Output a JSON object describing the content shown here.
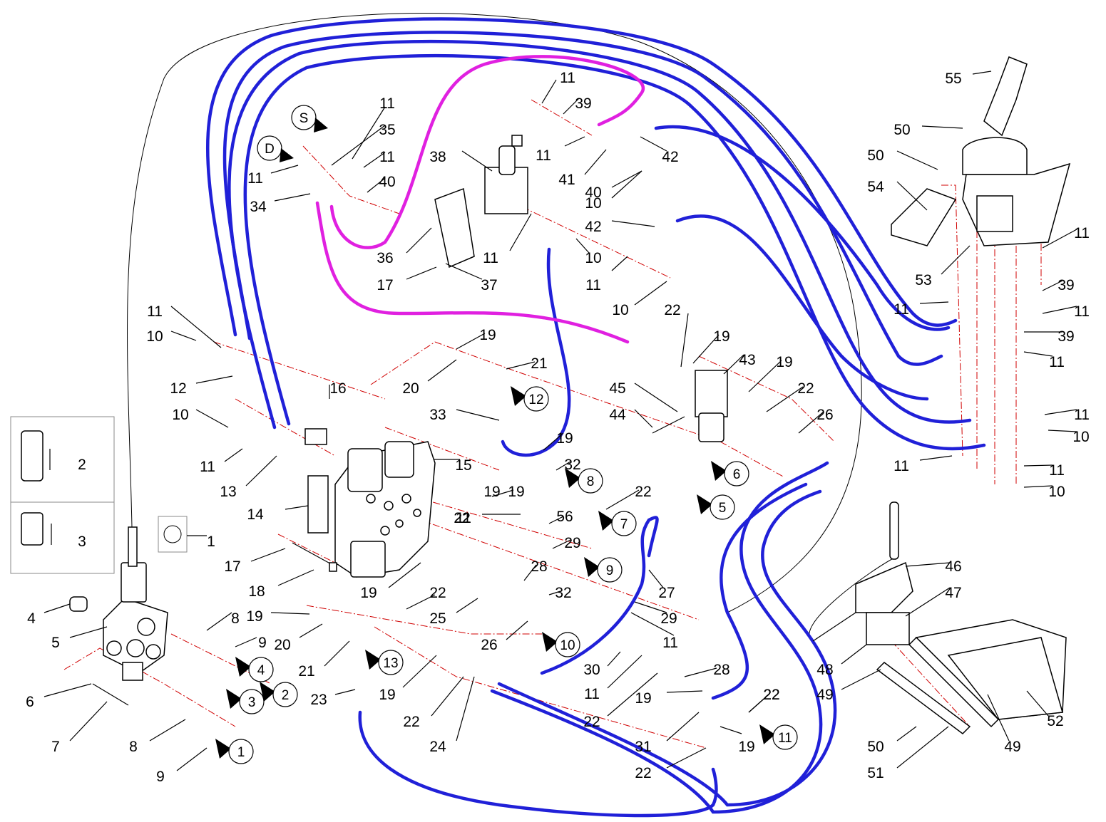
{
  "colors": {
    "hose_pressure": "#2020d8",
    "hose_pilot": "#e020e0",
    "centerline": "#d00000",
    "line": "#000000"
  },
  "flow_markers": {
    "S": "S",
    "D": "D"
  },
  "connection_numbers": [
    "1",
    "2",
    "3",
    "4",
    "5",
    "6",
    "7",
    "8",
    "9",
    "10",
    "11",
    "12",
    "13"
  ],
  "part_labels": [
    {
      "id": "l-2",
      "text": "2"
    },
    {
      "id": "l-3",
      "text": "3"
    },
    {
      "id": "l-1",
      "text": "1"
    },
    {
      "id": "l-4",
      "text": "4"
    },
    {
      "id": "l-5",
      "text": "5"
    },
    {
      "id": "l-6",
      "text": "6"
    },
    {
      "id": "l-7",
      "text": "7"
    },
    {
      "id": "l-8a",
      "text": "8"
    },
    {
      "id": "l-8b",
      "text": "8"
    },
    {
      "id": "l-9a",
      "text": "9"
    },
    {
      "id": "l-9b",
      "text": "9"
    },
    {
      "id": "l-10a",
      "text": "10"
    },
    {
      "id": "l-10b",
      "text": "10"
    },
    {
      "id": "l-10c",
      "text": "10"
    },
    {
      "id": "l-10d",
      "text": "10"
    },
    {
      "id": "l-10e",
      "text": "10"
    },
    {
      "id": "l-10f",
      "text": "10"
    },
    {
      "id": "l-10g",
      "text": "10"
    },
    {
      "id": "l-11a",
      "text": "11"
    },
    {
      "id": "l-11b",
      "text": "11"
    },
    {
      "id": "l-11c",
      "text": "11"
    },
    {
      "id": "l-11d",
      "text": "11"
    },
    {
      "id": "l-11e",
      "text": "11"
    },
    {
      "id": "l-11f",
      "text": "11"
    },
    {
      "id": "l-11g",
      "text": "11"
    },
    {
      "id": "l-11h",
      "text": "11"
    },
    {
      "id": "l-11i",
      "text": "11"
    },
    {
      "id": "l-11j",
      "text": "11"
    },
    {
      "id": "l-11k",
      "text": "11"
    },
    {
      "id": "l-11l",
      "text": "11"
    },
    {
      "id": "l-11m",
      "text": "11"
    },
    {
      "id": "l-11n",
      "text": "11"
    },
    {
      "id": "l-11o",
      "text": "11"
    },
    {
      "id": "l-11p",
      "text": "11"
    },
    {
      "id": "l-11q",
      "text": "11"
    },
    {
      "id": "l-11r",
      "text": "11"
    },
    {
      "id": "l-11s",
      "text": "11"
    },
    {
      "id": "l-12",
      "text": "12"
    },
    {
      "id": "l-13",
      "text": "13"
    },
    {
      "id": "l-14",
      "text": "14"
    },
    {
      "id": "l-15",
      "text": "15"
    },
    {
      "id": "l-16",
      "text": "16"
    },
    {
      "id": "l-17a",
      "text": "17"
    },
    {
      "id": "l-17b",
      "text": "17"
    },
    {
      "id": "l-18",
      "text": "18"
    },
    {
      "id": "l-19a",
      "text": "19"
    },
    {
      "id": "l-19b",
      "text": "19"
    },
    {
      "id": "l-19c",
      "text": "19"
    },
    {
      "id": "l-19d",
      "text": "19"
    },
    {
      "id": "l-19e",
      "text": "19"
    },
    {
      "id": "l-19f",
      "text": "19"
    },
    {
      "id": "l-19g",
      "text": "19"
    },
    {
      "id": "l-19h",
      "text": "19"
    },
    {
      "id": "l-19i",
      "text": "19"
    },
    {
      "id": "l-19j",
      "text": "19"
    },
    {
      "id": "l-19k",
      "text": "19"
    },
    {
      "id": "l-20a",
      "text": "20"
    },
    {
      "id": "l-20b",
      "text": "20"
    },
    {
      "id": "l-21a",
      "text": "21"
    },
    {
      "id": "l-21b",
      "text": "21"
    },
    {
      "id": "l-22a",
      "text": "22"
    },
    {
      "id": "l-22b",
      "text": "22"
    },
    {
      "id": "l-22c",
      "text": "22"
    },
    {
      "id": "l-22d",
      "text": "22"
    },
    {
      "id": "l-22e",
      "text": "22"
    },
    {
      "id": "l-22f",
      "text": "22"
    },
    {
      "id": "l-22g",
      "text": "22"
    },
    {
      "id": "l-22h",
      "text": "22"
    },
    {
      "id": "l-22i",
      "text": "22"
    },
    {
      "id": "l-22j",
      "text": "22"
    },
    {
      "id": "l-22k",
      "text": "22"
    },
    {
      "id": "l-23",
      "text": "23"
    },
    {
      "id": "l-24",
      "text": "24"
    },
    {
      "id": "l-25",
      "text": "25"
    },
    {
      "id": "l-26a",
      "text": "26"
    },
    {
      "id": "l-26b",
      "text": "26"
    },
    {
      "id": "l-27",
      "text": "27"
    },
    {
      "id": "l-28a",
      "text": "28"
    },
    {
      "id": "l-28b",
      "text": "28"
    },
    {
      "id": "l-29a",
      "text": "29"
    },
    {
      "id": "l-29b",
      "text": "29"
    },
    {
      "id": "l-30",
      "text": "30"
    },
    {
      "id": "l-31",
      "text": "31"
    },
    {
      "id": "l-32a",
      "text": "32"
    },
    {
      "id": "l-32b",
      "text": "32"
    },
    {
      "id": "l-33",
      "text": "33"
    },
    {
      "id": "l-34",
      "text": "34"
    },
    {
      "id": "l-35",
      "text": "35"
    },
    {
      "id": "l-36",
      "text": "36"
    },
    {
      "id": "l-37",
      "text": "37"
    },
    {
      "id": "l-38",
      "text": "38"
    },
    {
      "id": "l-39a",
      "text": "39"
    },
    {
      "id": "l-39b",
      "text": "39"
    },
    {
      "id": "l-39c",
      "text": "39"
    },
    {
      "id": "l-40a",
      "text": "40"
    },
    {
      "id": "l-40b",
      "text": "40"
    },
    {
      "id": "l-41",
      "text": "41"
    },
    {
      "id": "l-42a",
      "text": "42"
    },
    {
      "id": "l-42b",
      "text": "42"
    },
    {
      "id": "l-43",
      "text": "43"
    },
    {
      "id": "l-44",
      "text": "44"
    },
    {
      "id": "l-45",
      "text": "45"
    },
    {
      "id": "l-46",
      "text": "46"
    },
    {
      "id": "l-47",
      "text": "47"
    },
    {
      "id": "l-48",
      "text": "48"
    },
    {
      "id": "l-49a",
      "text": "49"
    },
    {
      "id": "l-49b",
      "text": "49"
    },
    {
      "id": "l-50a",
      "text": "50"
    },
    {
      "id": "l-50b",
      "text": "50"
    },
    {
      "id": "l-50c",
      "text": "50"
    },
    {
      "id": "l-51",
      "text": "51"
    },
    {
      "id": "l-52",
      "text": "52"
    },
    {
      "id": "l-53",
      "text": "53"
    },
    {
      "id": "l-54",
      "text": "54"
    },
    {
      "id": "l-55",
      "text": "55"
    },
    {
      "id": "l-56",
      "text": "56"
    }
  ]
}
